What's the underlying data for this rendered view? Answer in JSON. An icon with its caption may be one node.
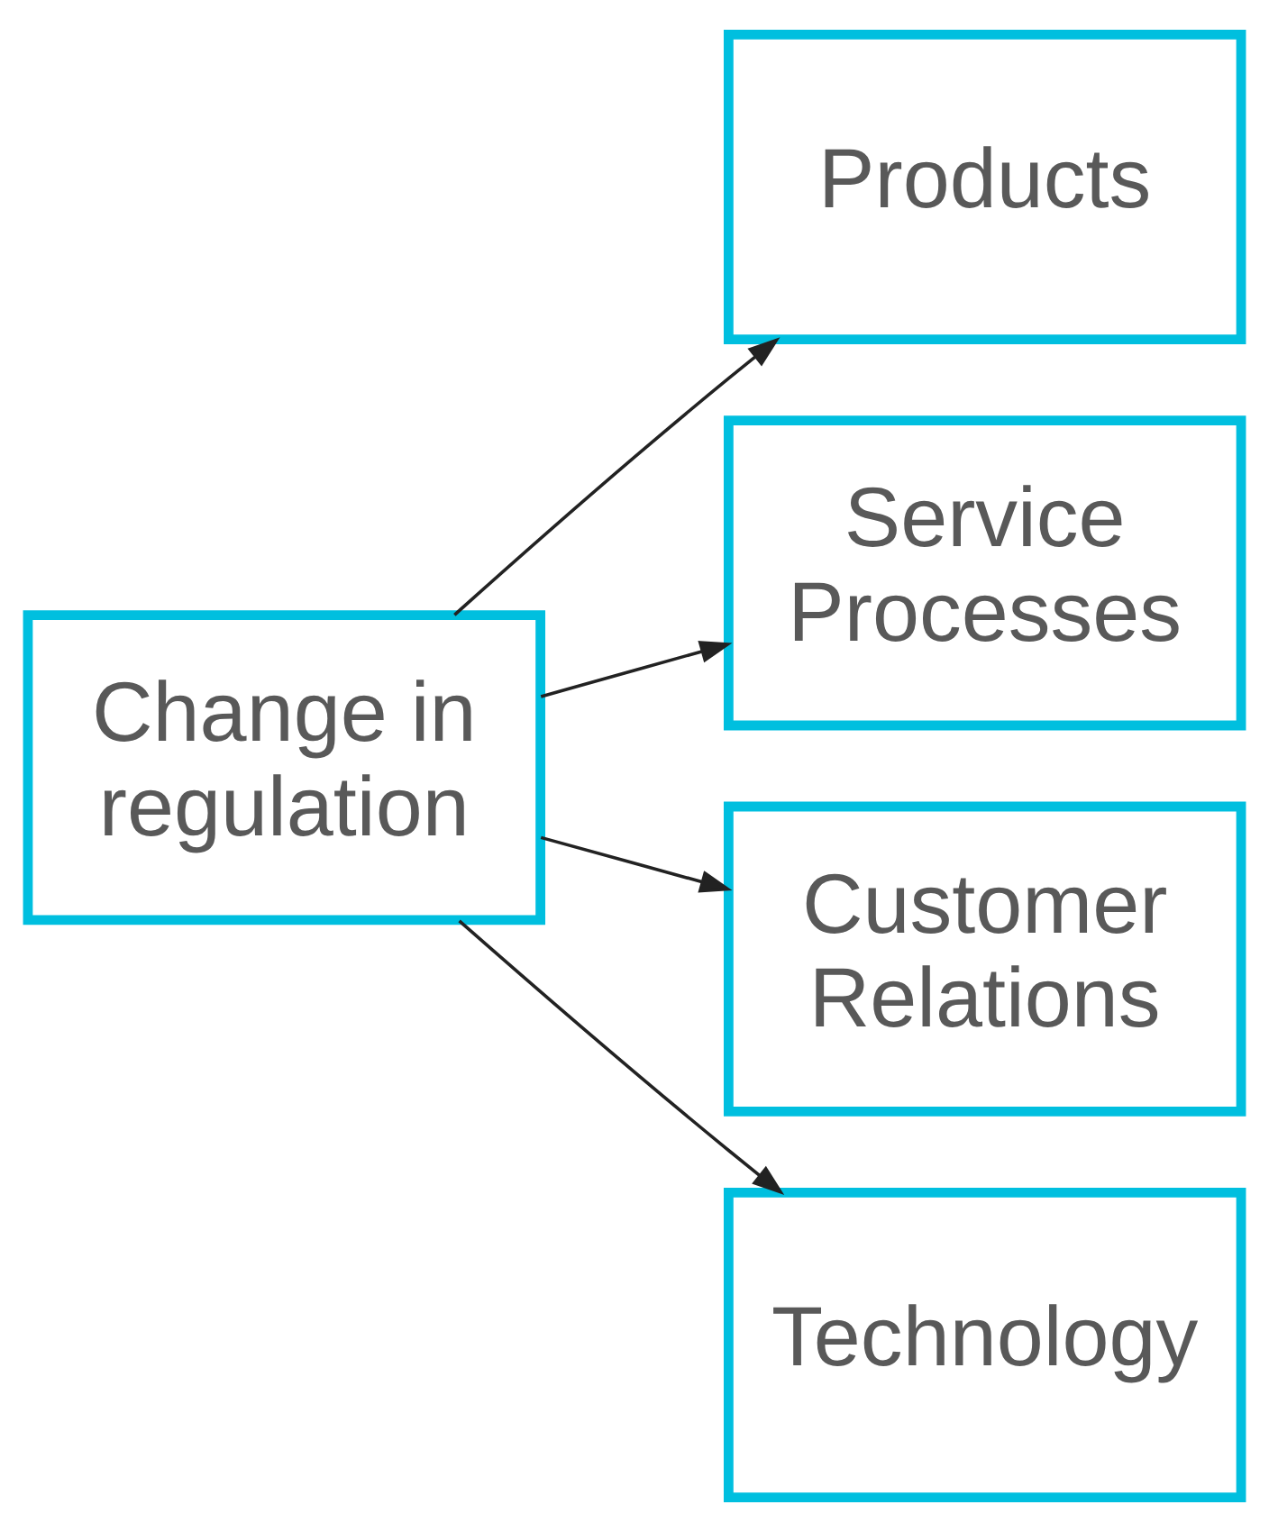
{
  "diagram": {
    "nodes": [
      {
        "text": [
          "Change in regulation"
        ]
      },
      {
        "text": [
          "Products"
        ]
      },
      {
        "text": [
          "Service Processes"
        ]
      },
      {
        "text": [
          "Customer Relations"
        ]
      },
      {
        "text": [
          "Technology"
        ]
      }
    ],
    "edges": [
      {
        "from": 0,
        "to": 1,
        "arrow": "to"
      },
      {
        "from": 0,
        "to": 2,
        "arrow": "to"
      },
      {
        "from": 0,
        "to": 3,
        "arrow": "to"
      },
      {
        "from": 0,
        "to": 4,
        "arrow": "to"
      }
    ]
  }
}
